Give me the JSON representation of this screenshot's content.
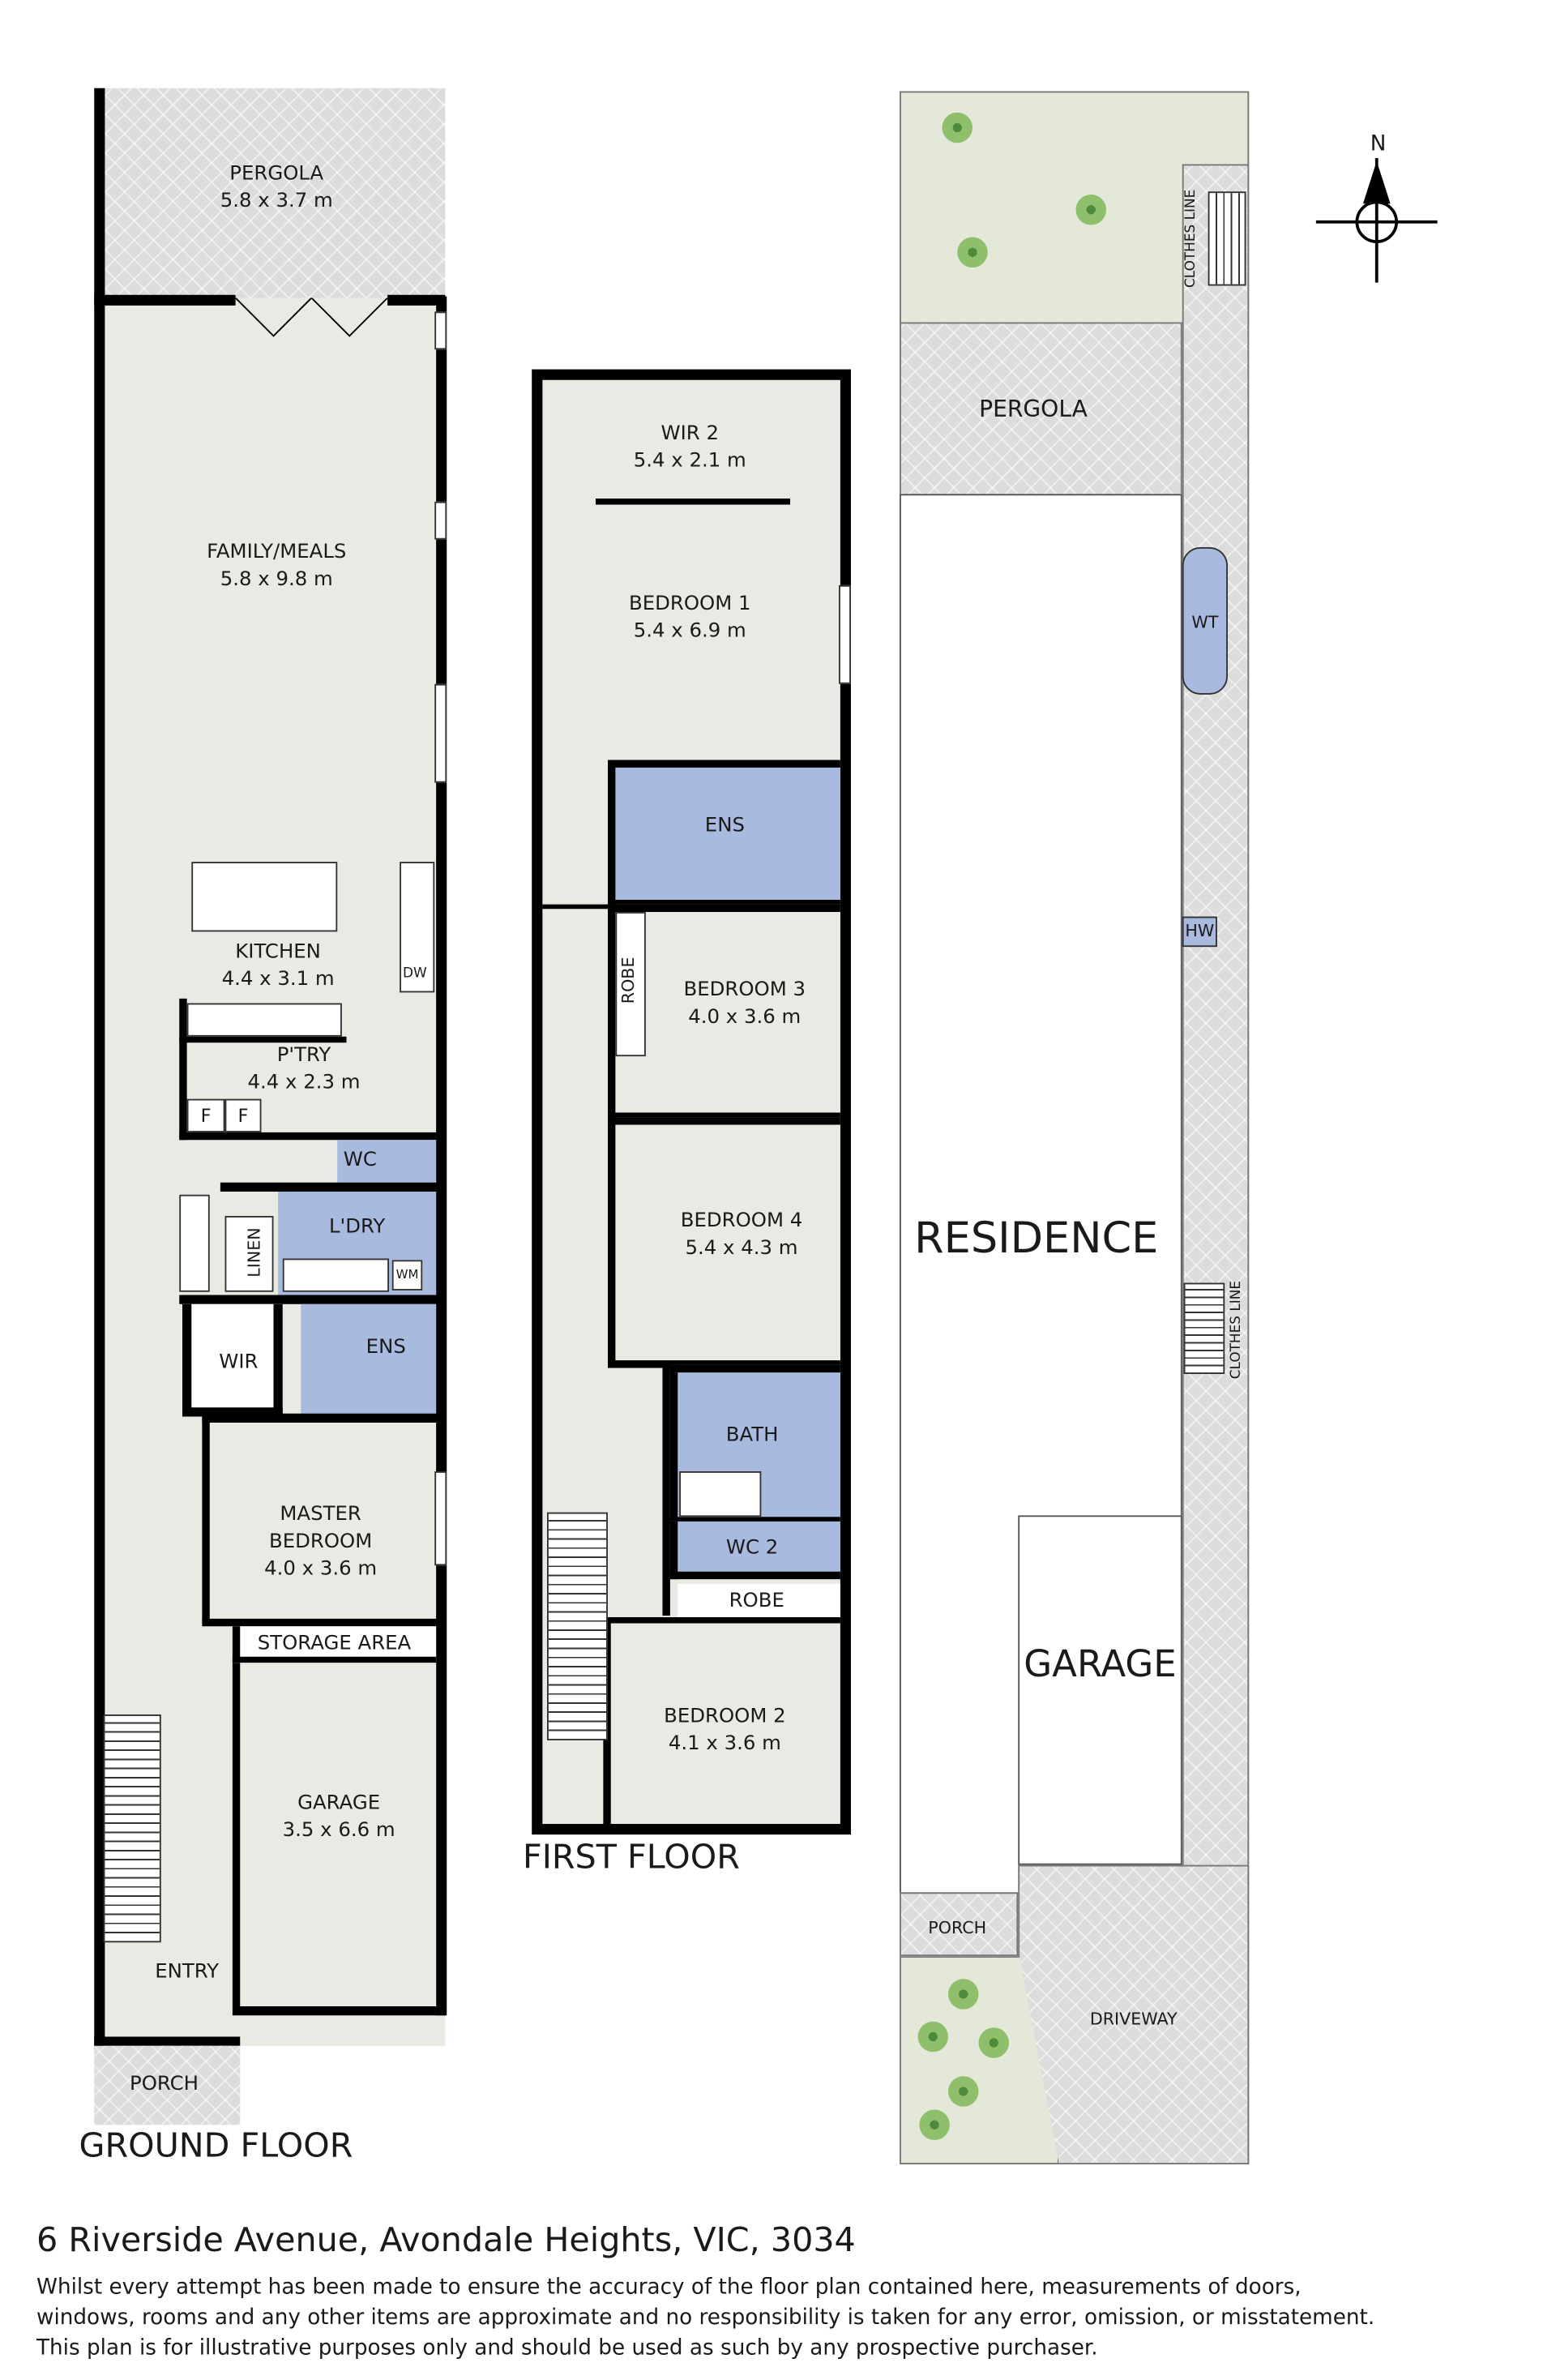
{
  "ground_floor": {
    "title": "GROUND FLOOR",
    "rooms": {
      "pergola": {
        "name": "PERGOLA",
        "size": "5.8 x 3.7 m"
      },
      "family": {
        "name": "FAMILY/MEALS",
        "size": "5.8 x 9.8 m"
      },
      "kitchen": {
        "name": "KITCHEN",
        "size": "4.4 x 3.1 m"
      },
      "dw": "DW",
      "pantry": {
        "name": "P'TRY",
        "size": "4.4 x 2.3 m"
      },
      "fridge1": "F",
      "fridge2": "F",
      "wc": "WC",
      "laundry": "L'DRY",
      "wm": "WM",
      "linen": "LINEN",
      "wir": "WIR",
      "ens": "ENS",
      "master": {
        "name1": "MASTER",
        "name2": "BEDROOM",
        "size": "4.0 x 3.6 m"
      },
      "storage": "STORAGE AREA",
      "garage": {
        "name": "GARAGE",
        "size": "3.5 x 6.6 m"
      },
      "entry": "ENTRY",
      "porch": "PORCH"
    }
  },
  "first_floor": {
    "title": "FIRST FLOOR",
    "rooms": {
      "wir2": {
        "name": "WIR 2",
        "size": "5.4 x 2.1 m"
      },
      "bed1": {
        "name": "BEDROOM 1",
        "size": "5.4 x 6.9 m"
      },
      "ens": "ENS",
      "robe1": "ROBE",
      "bed3": {
        "name": "BEDROOM 3",
        "size": "4.0 x 3.6 m"
      },
      "bed4": {
        "name": "BEDROOM 4",
        "size": "5.4 x 4.3 m"
      },
      "bath": "BATH",
      "wc2": "WC 2",
      "robe2": "ROBE",
      "bed2": {
        "name": "BEDROOM 2",
        "size": "4.1 x 3.6 m"
      }
    }
  },
  "site_plan": {
    "pergola": "PERGOLA",
    "residence": "RESIDENCE",
    "garage": "GARAGE",
    "porch": "PORCH",
    "driveway": "DRIVEWAY",
    "wt": "WT",
    "hw": "HW",
    "clothes_line_1": "CLOTHES LINE",
    "clothes_line_2": "CLOTHES LINE",
    "north": "N"
  },
  "footer": {
    "address": "6 Riverside Avenue, Avondale Heights, VIC, 3034",
    "disclaimer": [
      "Whilst every attempt has been made to ensure the accuracy of the floor plan contained here, measurements of doors,",
      "windows, rooms and any other items are approximate and no responsibility is taken for any error, omission, or misstatement.",
      "This plan is for illustrative purposes only and should be used as such by any prospective purchaser."
    ]
  },
  "colors": {
    "wall": "#000000",
    "room": "#e9eae3",
    "wet": "#a9badf",
    "garden": "#e3e8d8",
    "paving": "#dcdcdc"
  }
}
